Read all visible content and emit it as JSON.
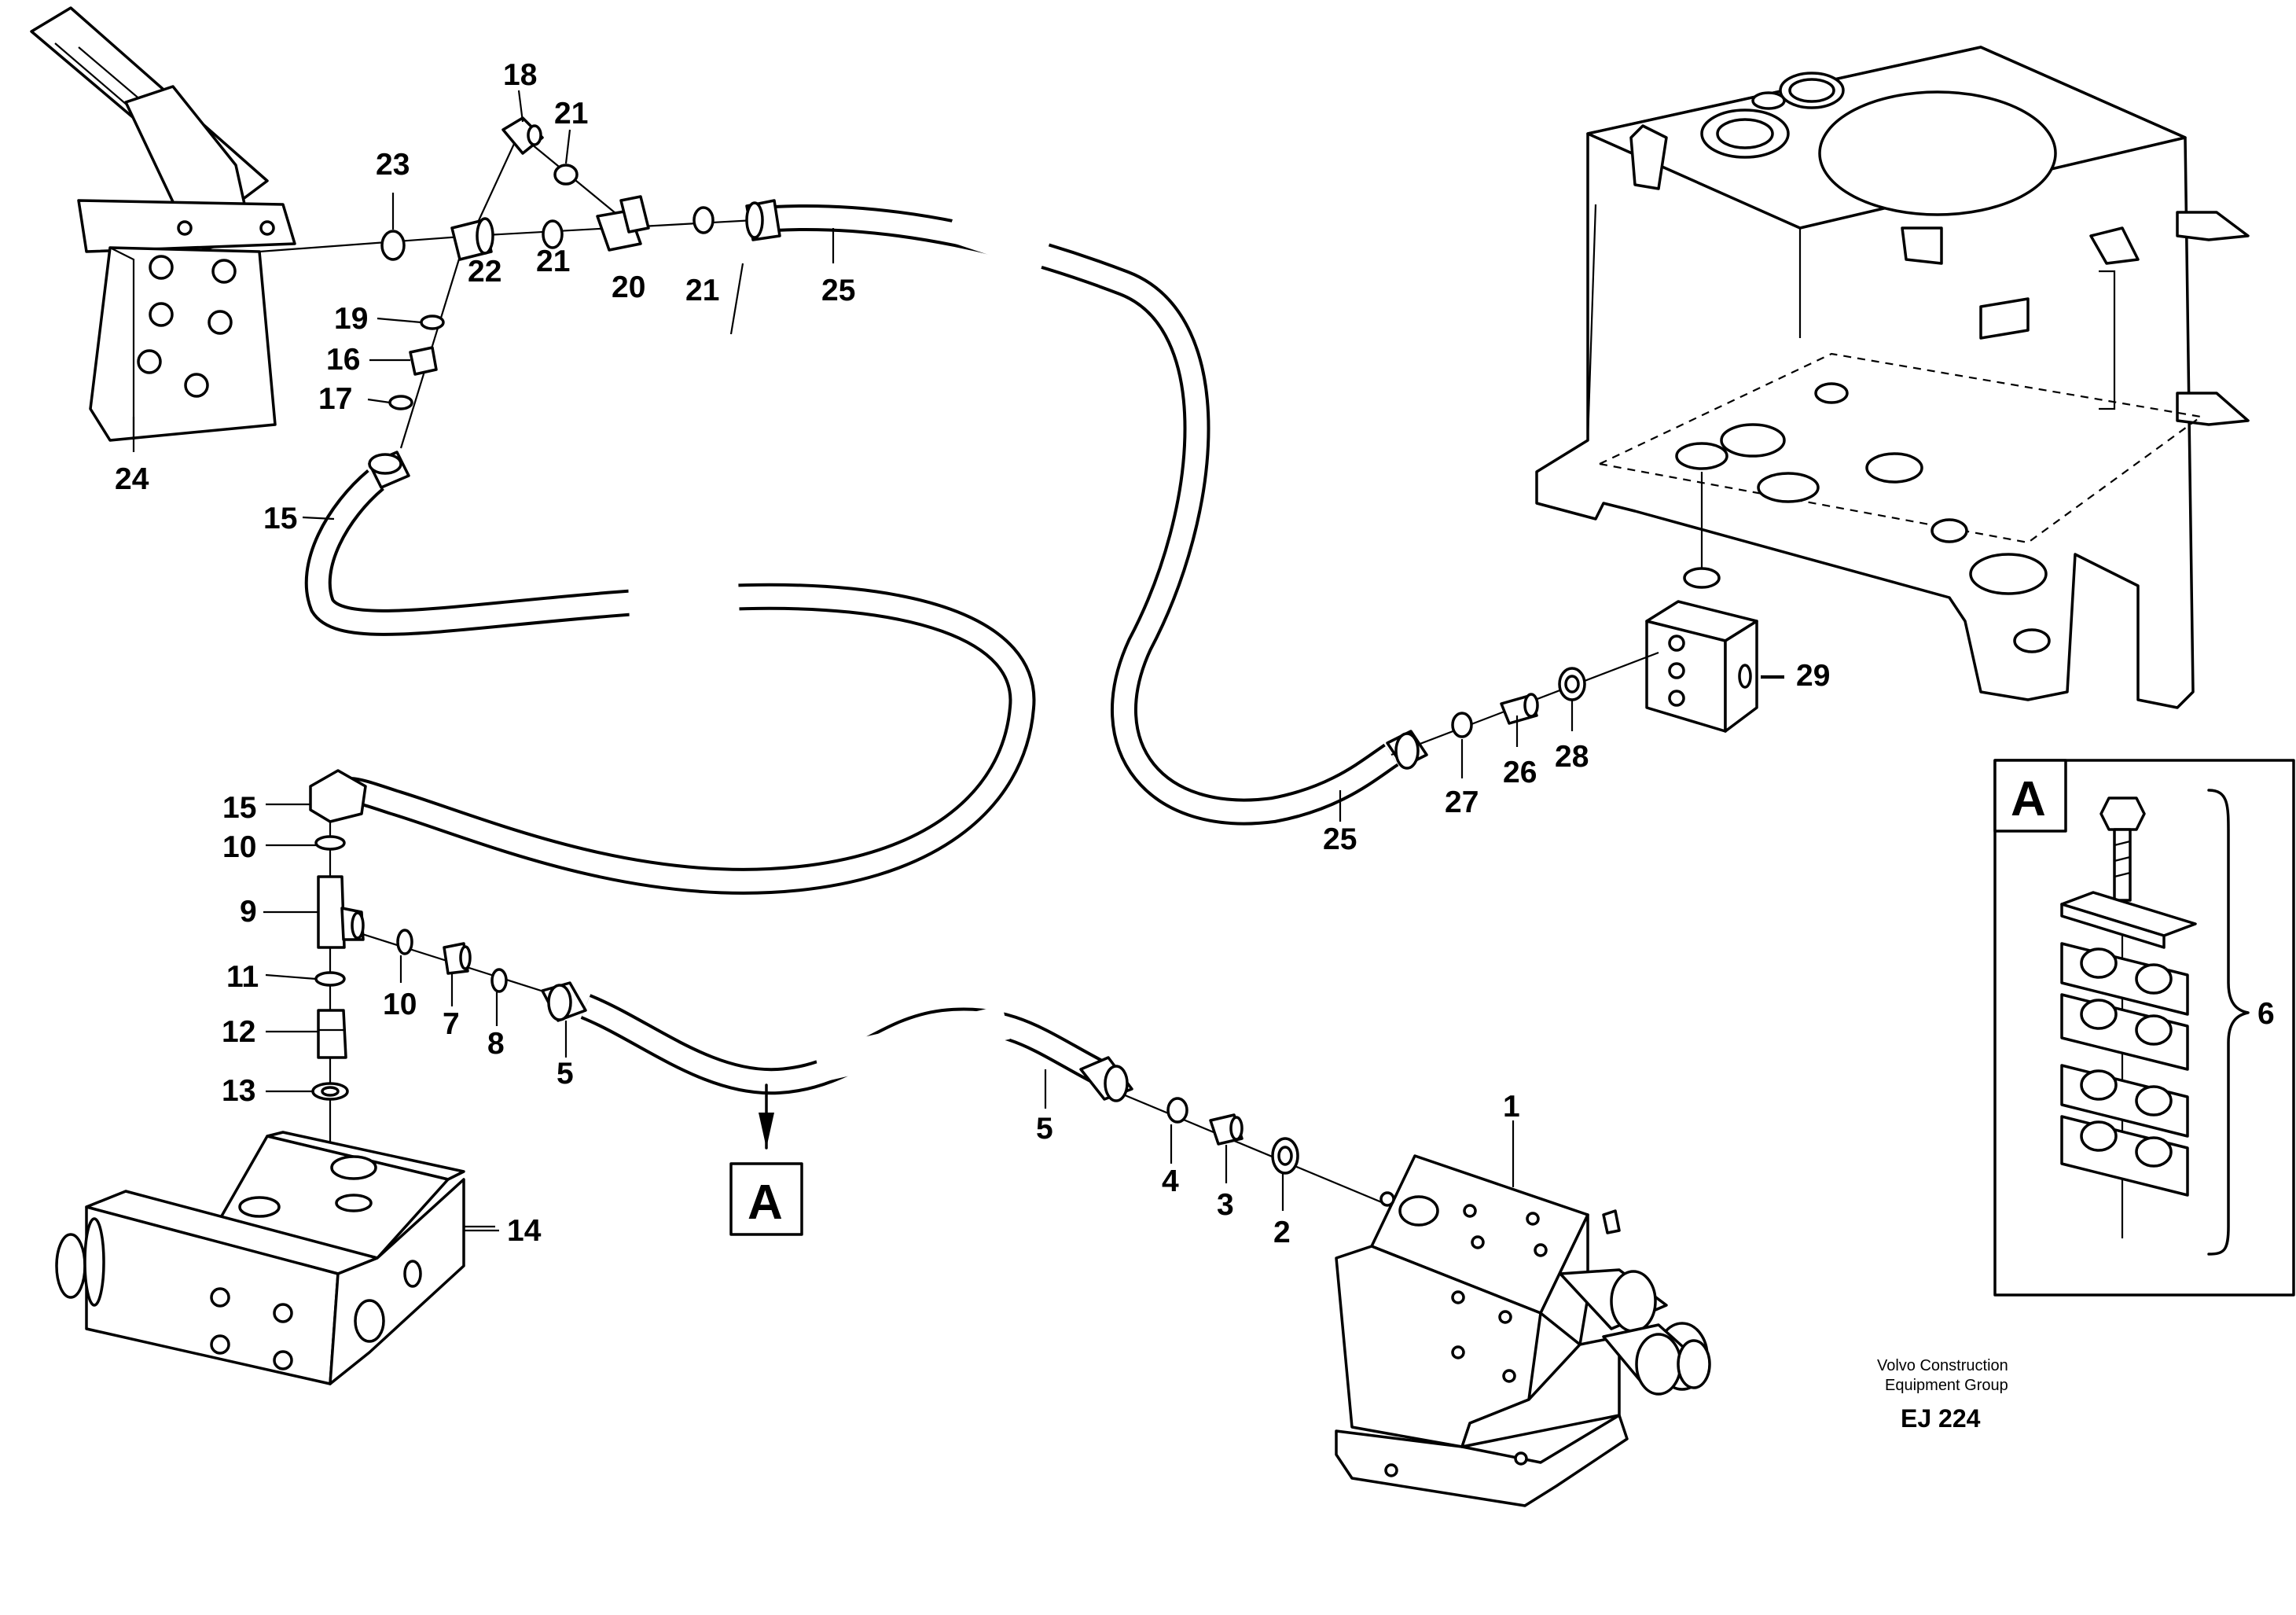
{
  "callouts": {
    "n1": "1",
    "n2": "2",
    "n3": "3",
    "n4": "4",
    "n5a": "5",
    "n5b": "5",
    "n6": "6",
    "n7": "7",
    "n8": "8",
    "n9": "9",
    "n10a": "10",
    "n10b": "10",
    "n11": "11",
    "n12": "12",
    "n13": "13",
    "n14": "14",
    "n15a": "15",
    "n15b": "15",
    "n16": "16",
    "n17": "17",
    "n18": "18",
    "n19": "19",
    "n20": "20",
    "n21a": "21",
    "n21b": "21",
    "n21c": "21",
    "n22": "22",
    "n23": "23",
    "n24": "24",
    "n25a": "25",
    "n25b": "25",
    "n26": "26",
    "n27": "27",
    "n28": "28",
    "n29": "29"
  },
  "detail_marker": "A",
  "detail_box_label": "A",
  "footer": {
    "company_line1": "Volvo Construction",
    "company_line2": "Equipment Group",
    "drawing_code": "EJ 224"
  },
  "colors": {
    "ink": "#000000",
    "paper": "#ffffff"
  }
}
